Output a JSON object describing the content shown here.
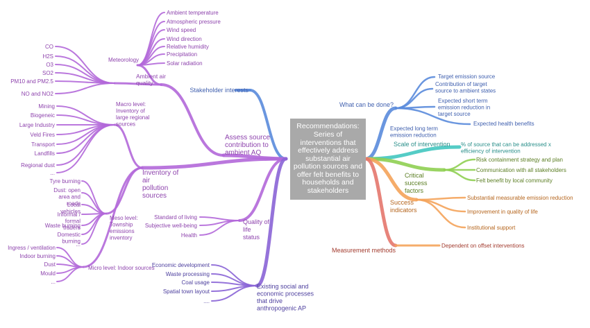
{
  "central": "Recommendations: Series of interventions that effectively address substantial air pollution sources and offer felt benefits to households and stakeholders",
  "colors": {
    "purple": "#b268d9",
    "violet": "#8a64d6",
    "blue": "#5a8bdc",
    "teal": "#43c6c0",
    "green": "#8fcf52",
    "orange": "#f4a35a",
    "red": "#e4776d",
    "central_bg": "#a9a9a9"
  },
  "left": {
    "assess": {
      "label": "Assess source contribution to ambient AQ",
      "ambient": {
        "label": "Ambient air quality",
        "meteorology": {
          "label": "Meteorology",
          "items": [
            "Ambient temperature",
            "Atmospheric pressure",
            "Wind speed",
            "Wind direction",
            "Relative humidity",
            "Precipitation",
            "Solar radiation"
          ]
        },
        "pollutants": [
          "CO",
          "H2S",
          "O3",
          "SO2",
          "PM10 and PM2.5",
          "NO and NO2"
        ]
      }
    },
    "stakeholder": "Stakeholder interests",
    "inventory": {
      "label": "Inventory of air pollution sources",
      "macro": {
        "label": "Macro level: Inventory of large regional sources",
        "items": [
          "Mining",
          "Biogeneic",
          "Large Industry",
          "Veld Fires",
          "Transport",
          "Landfills",
          "Regional dust",
          "..."
        ]
      },
      "meso": {
        "label": "Meso level: Township emissions inventory",
        "items": [
          "Tyre burning",
          "Dust: open area and roads",
          "Local vehicles",
          "Informal / formal traders",
          "Waste burning",
          "Domestic burning",
          "..."
        ]
      },
      "micro": {
        "label": "Micro level: Indoor sources",
        "items": [
          "Ingress / ventilation",
          "Indoor burning",
          "Dust",
          "Mould",
          "..."
        ]
      }
    },
    "quality": {
      "label": "Quality of life status",
      "items": [
        "Standard of living",
        "Subjective well-being",
        "Health"
      ]
    },
    "existing": {
      "label": "Existing social and economic processes that drive anthropogenic AP",
      "items": [
        "Economic development",
        "Waste processing",
        "Coal usage",
        "Spatial town layout",
        "...."
      ]
    }
  },
  "right": {
    "what": {
      "label": "What can be done?",
      "items": [
        "Target emission source",
        "Contribution of target source to ambient states",
        "Expected short term emission reduction in target source",
        "Expected health benefits",
        "Expected long term emission reduction"
      ]
    },
    "scale": {
      "label": "Scale of intervention",
      "item": "% of source that can be addressed x efficiency of intervention"
    },
    "critical": {
      "label": "Critical success factors",
      "items": [
        "Risk containment strategy and plan",
        "Communication with all stakeholders",
        "Felt benefit by local community"
      ]
    },
    "success": {
      "label": "Success indicators",
      "items": [
        "Substantial measurable emission reduction",
        "Improvement in quality of life",
        "Institutional support"
      ]
    },
    "measurement": {
      "label": "Measurement methods",
      "item": "Dependent on offset interventions"
    }
  }
}
